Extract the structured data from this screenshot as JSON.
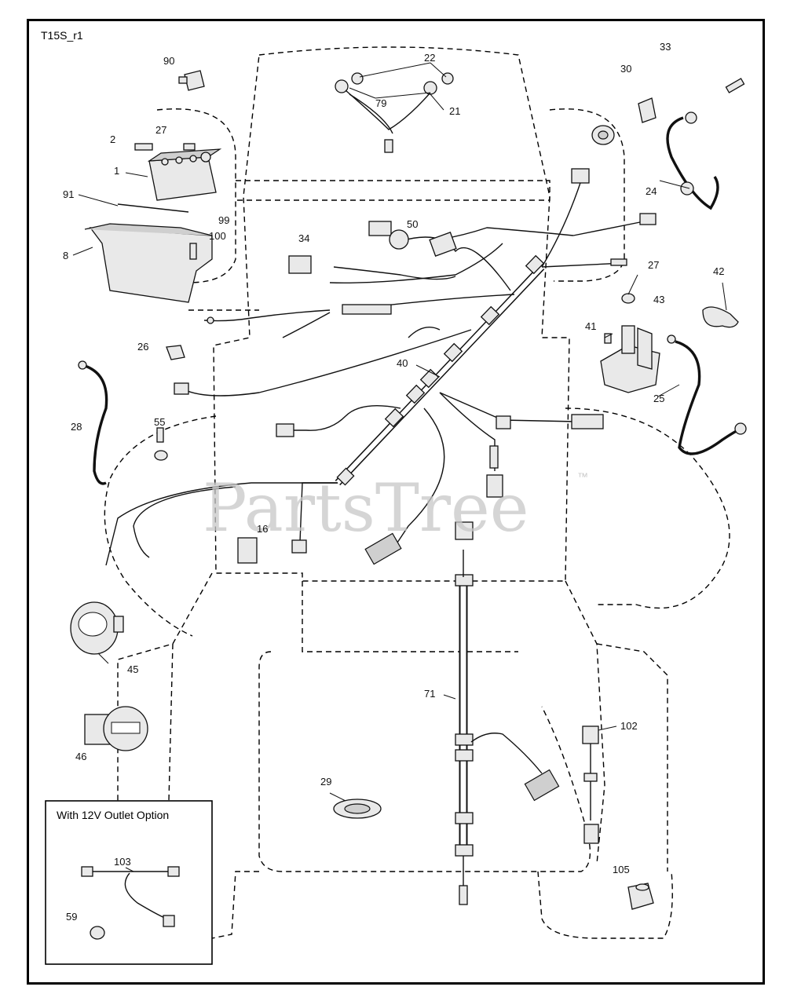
{
  "diagram_id": "T15S_r1",
  "watermark": "PartsTree",
  "trademark": "™",
  "inset_title": "With 12V Outlet Option",
  "callouts": {
    "c1": "1",
    "c2": "2",
    "c8": "8",
    "c16": "16",
    "c21": "21",
    "c22": "22",
    "c24": "24",
    "c25": "25",
    "c26": "26",
    "c27a": "27",
    "c27b": "27",
    "c28": "28",
    "c29": "29",
    "c30": "30",
    "c33": "33",
    "c34": "34",
    "c40": "40",
    "c41": "41",
    "c42": "42",
    "c43": "43",
    "c45": "45",
    "c46": "46",
    "c50": "50",
    "c55": "55",
    "c59": "59",
    "c71": "71",
    "c79": "79",
    "c90": "90",
    "c91": "91",
    "c99": "99",
    "c100": "100",
    "c102": "102",
    "c103": "103",
    "c105": "105"
  }
}
